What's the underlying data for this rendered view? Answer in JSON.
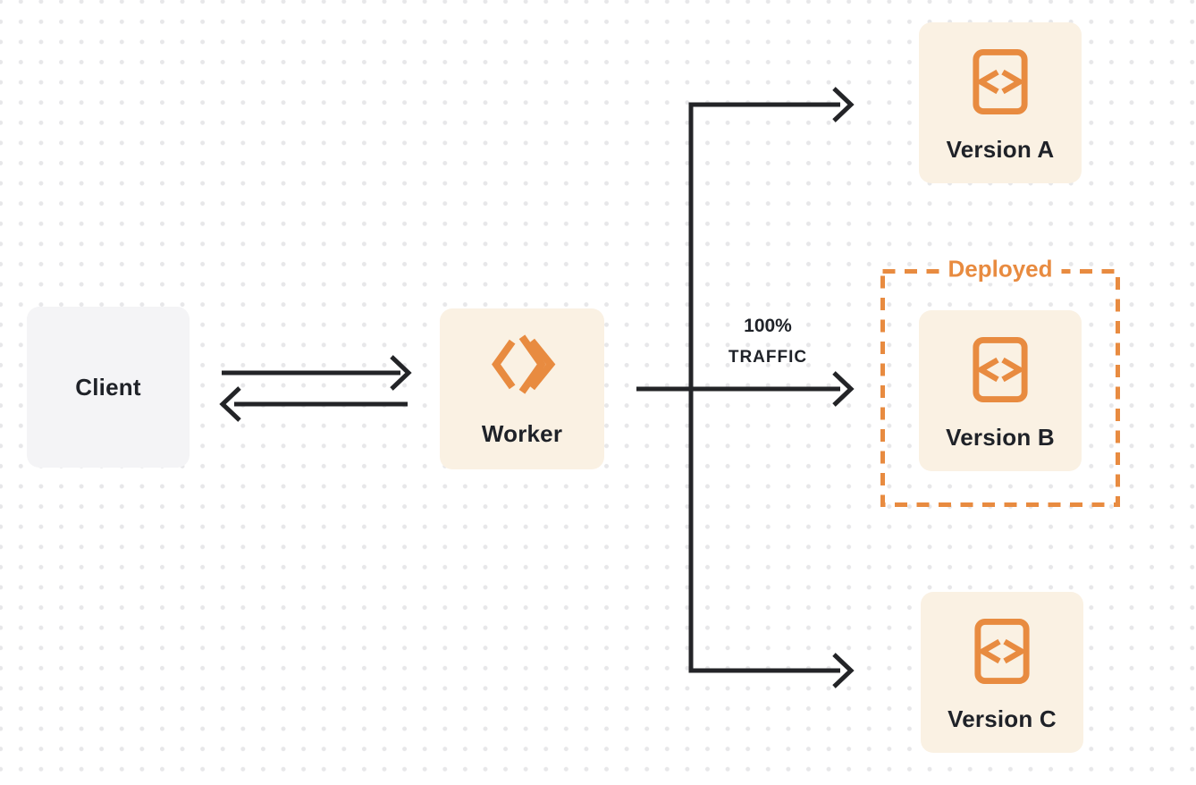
{
  "diagram": {
    "client": {
      "label": "Client"
    },
    "worker": {
      "label": "Worker"
    },
    "traffic": {
      "line1": "100%",
      "line2": "TRAFFIC"
    },
    "deployed": {
      "label": "Deployed"
    },
    "versions": [
      {
        "label": "Version A",
        "deployed": false
      },
      {
        "label": "Version B",
        "deployed": true
      },
      {
        "label": "Version C",
        "deployed": false
      }
    ],
    "icons": {
      "worker_logo": "cloudflare-workers-logo-icon",
      "version_icon": "code-file-icon"
    },
    "colors": {
      "accent_orange": "#E88B40",
      "box_cream": "#FAF1E3",
      "box_gray": "#F4F4F6",
      "line_dark": "#232427",
      "text_dark": "#1F2228",
      "dot_grid": "#E7E7E9"
    }
  }
}
